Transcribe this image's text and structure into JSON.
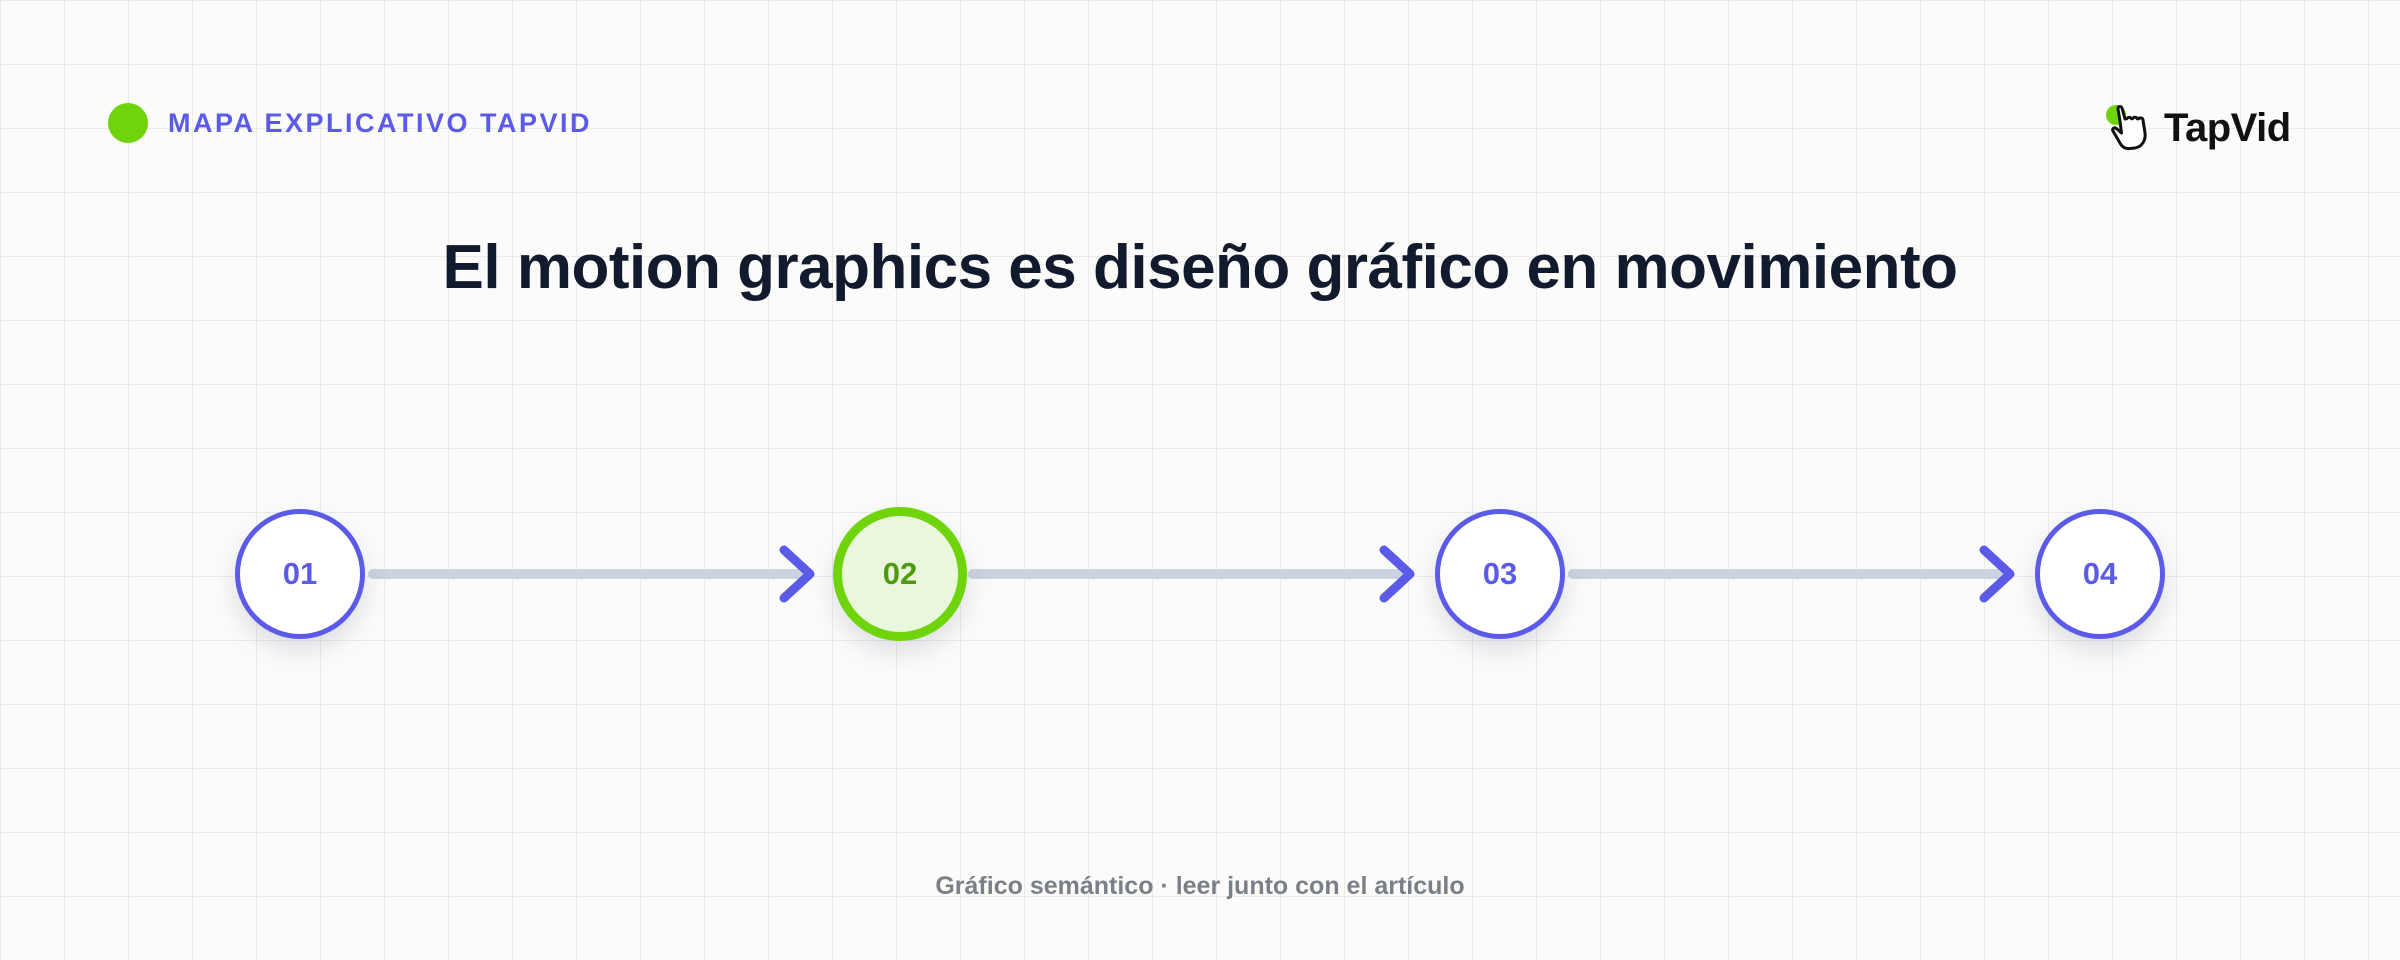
{
  "header": {
    "label": "MAPA EXPLICATIVO TAPVID",
    "dot_color": "#6fd40c",
    "text_color": "#5b5be8"
  },
  "logo": {
    "wordmark": "TapVid",
    "icon": "hand-pointer-icon",
    "accent_color": "#6fd40c"
  },
  "title": "El motion graphics es diseño gráfico en movimiento",
  "steps": [
    {
      "label": "01",
      "active": false
    },
    {
      "label": "02",
      "active": true
    },
    {
      "label": "03",
      "active": false
    },
    {
      "label": "04",
      "active": false
    }
  ],
  "connectors": [
    "arrow-right-icon",
    "arrow-right-icon",
    "arrow-right-icon"
  ],
  "colors": {
    "primary": "#5b5be8",
    "active": "#6fd40c",
    "active_fill": "#ebf7dc",
    "connector_line": "#cbd3df",
    "title": "#121a2e"
  },
  "footer": "Gráfico semántico · leer junto con el artículo"
}
